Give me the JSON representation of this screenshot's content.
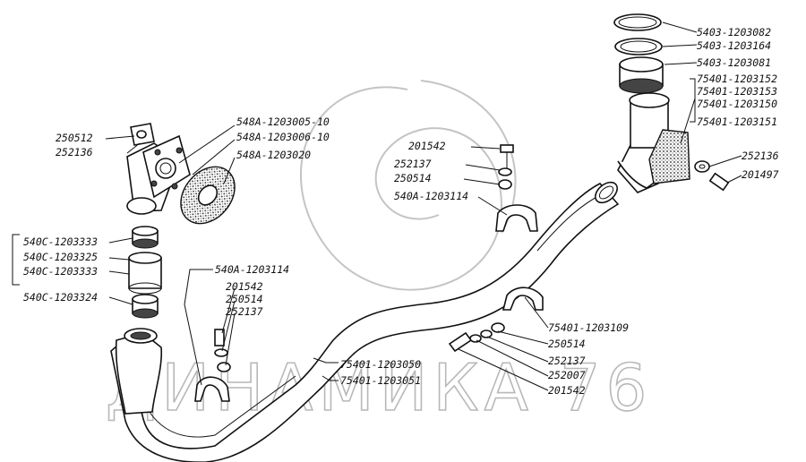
{
  "watermark": "ДИНАМИКА 76",
  "labels": {
    "l01": "5403-1203082",
    "l02": "5403-1203164",
    "l03": "5403-1203081",
    "l04": "75401-1203152",
    "l05": "75401-1203153",
    "l06": "75401-1203150",
    "l07": "75401-1203151",
    "l08": "252136",
    "l09": "201497",
    "l10": "250512",
    "l11": "252136",
    "l12": "548А-1203005-10",
    "l13": "548А-1203006-10",
    "l14": "548А-1203020",
    "l15": "201542",
    "l16": "252137",
    "l17": "250514",
    "l18": "540А-1203114",
    "l19": "540С-1203333",
    "l20": "540С-1203325",
    "l21": "540С-1203333",
    "l22": "540С-1203324",
    "l23": "540А-1203114",
    "l24": "201542",
    "l25": "250514",
    "l26": "252137",
    "l27": "75401-1203109",
    "l28": "75401-1203050",
    "l29": "75401-1203051",
    "l30": "250514",
    "l31": "252137",
    "l32": "252007",
    "l33": "201542"
  }
}
